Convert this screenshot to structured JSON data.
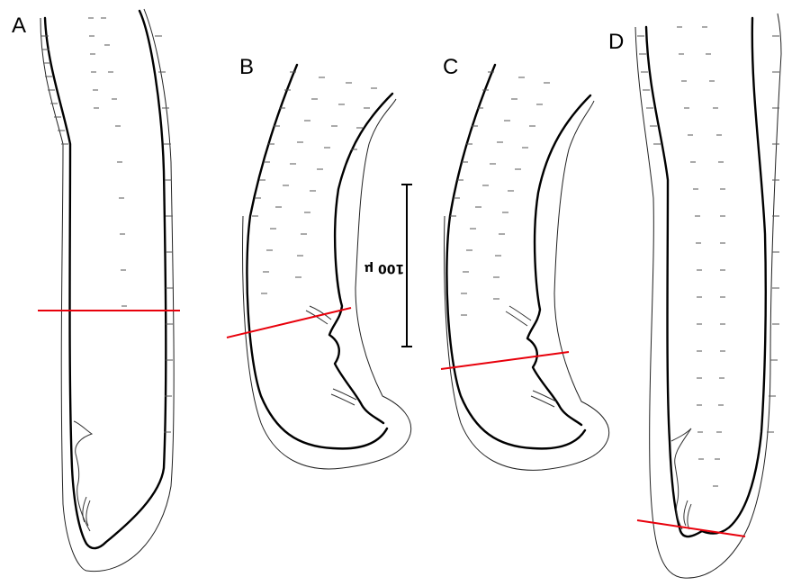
{
  "panels": [
    {
      "id": "A",
      "label": "A"
    },
    {
      "id": "B",
      "label": "B"
    },
    {
      "id": "C",
      "label": "C"
    },
    {
      "id": "D",
      "label": "D"
    }
  ],
  "scale_bar": {
    "label": "100 μ"
  },
  "colors": {
    "section_line": "#e8000b",
    "ink": "#000000",
    "background": "#ffffff"
  }
}
